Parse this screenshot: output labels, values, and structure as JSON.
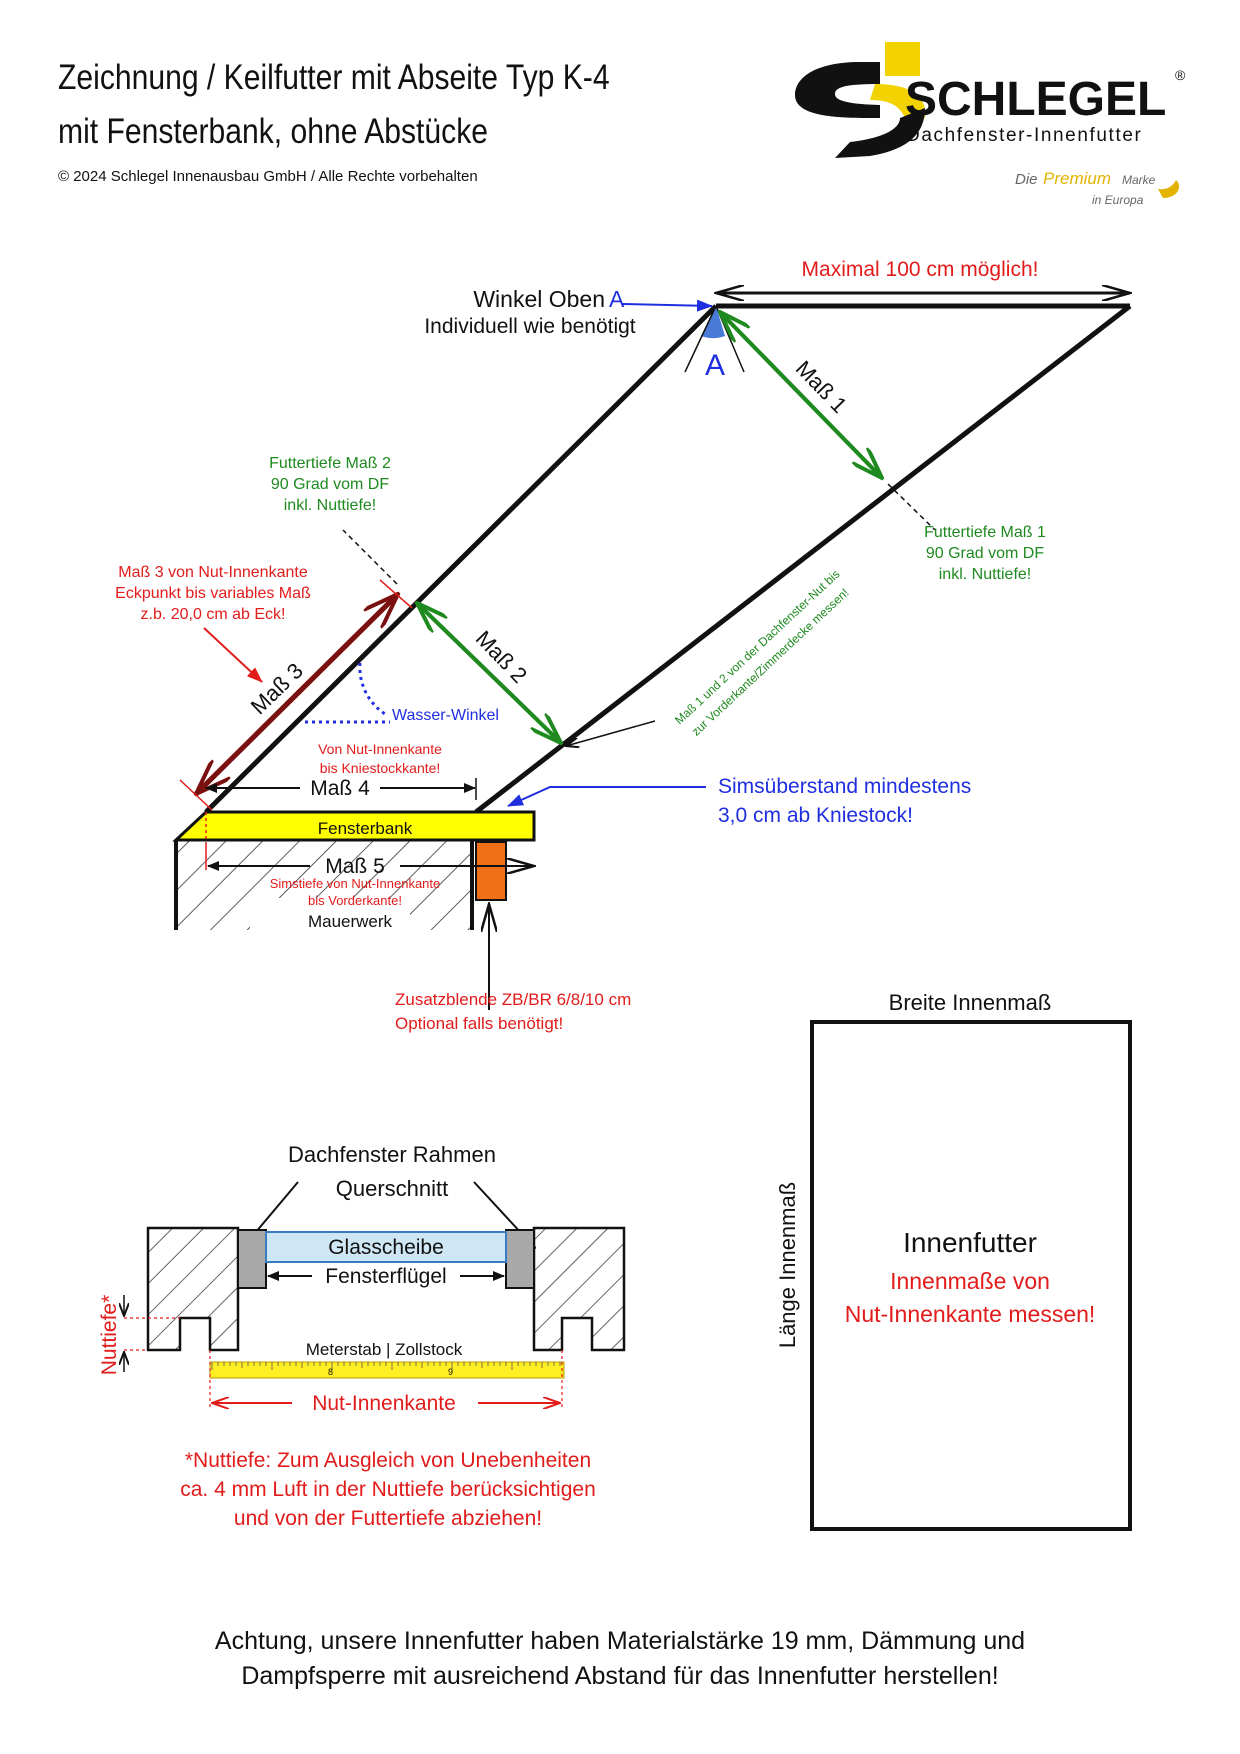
{
  "header": {
    "title_line1": "Zeichnung / Keilfutter mit Abseite Typ K-4",
    "title_line2": "mit Fensterbank, ohne Abstücke",
    "copyright": "© 2024 Schlegel Innenausbau GmbH / Alle Rechte vorbehalten"
  },
  "logo": {
    "brand": "SCHLEGEL",
    "registered": "®",
    "subtitle": "Dachfenster-Innenfutter",
    "slogan_die": "Die",
    "slogan_premium": "Premium",
    "slogan_marke": "Marke",
    "slogan_europa": "in Europa"
  },
  "colors": {
    "green": "#1f8a1f",
    "red": "#e21b1b",
    "blue": "#1f2fe0",
    "darkred": "#7a1010",
    "yellow": "#ffff00",
    "orange": "#f07018"
  },
  "top_diagram": {
    "max_label": "Maximal 100 cm möglich!",
    "winkel_oben": "Winkel Oben",
    "winkel_oben_letter": "A",
    "winkel_individuell": "Individuell wie benötigt",
    "angle_letter": "A",
    "mass1": "Maß 1",
    "mass2": "Maß 2",
    "mass3": "Maß 3",
    "mass4": "Maß 4",
    "mass5": "Maß 5",
    "futtertiefe2": [
      "Futtertiefe Maß 2",
      "90 Grad vom DF",
      "inkl. Nuttiefe!"
    ],
    "futtertiefe1": [
      "Futtertiefe Maß 1",
      "90 Grad vom DF",
      "inkl. Nuttiefe!"
    ],
    "mass3_note": [
      "Maß 3 von Nut-Innenkante",
      "Eckpunkt bis variables Maß",
      "z.b. 20,0 cm ab Eck!"
    ],
    "wasser_winkel": "Wasser-Winkel",
    "diagonal_note": [
      "Maß 1 und 2 von der Dachfenster-Nut bis",
      "zur Vorderkante/Zimmerdecke messen!"
    ],
    "kniestock_note": [
      "Von Nut-Innenkante",
      "bis Kniestockkante!"
    ],
    "sims_note": [
      "Simsüberstand mindestens",
      "3,0 cm ab Kniestock!"
    ],
    "fensterbank": "Fensterbank",
    "simstiefe_note": [
      "Simstiefe von Nut-Innenkante",
      "bis Vorderkante!"
    ],
    "mauerwerk": "Mauerwerk",
    "zusatz_note": [
      "Zusatzblende ZB/BR 6/8/10 cm",
      "Optional falls benötigt!"
    ]
  },
  "cross_section": {
    "title": [
      "Dachfenster Rahmen",
      "Querschnitt"
    ],
    "glas": "Glasscheibe",
    "fluegel": "Fensterflügel",
    "meterstab": "Meterstab | Zollstock",
    "nut_innenkante": "Nut-Innenkante",
    "nuttiefe": "Nuttiefe*",
    "ruler_marks": [
      "8",
      "9"
    ],
    "note": [
      "*Nuttiefe: Zum Ausgleich von Unebenheiten",
      "ca. 4 mm Luft in der Nuttiefe berücksichtigen",
      "und von der Futtertiefe abziehen!"
    ]
  },
  "rect_panel": {
    "breite": "Breite Innenmaß",
    "laenge": "Länge Innenmaß",
    "innenfutter": "Innenfutter",
    "note": [
      "Innenmaße von",
      "Nut-Innenkante messen!"
    ]
  },
  "footer": {
    "line1": "Achtung, unsere Innenfutter haben Materialstärke 19 mm, Dämmung und",
    "line2": "Dampfsperre mit ausreichend Abstand für das Innenfutter herstellen!"
  }
}
